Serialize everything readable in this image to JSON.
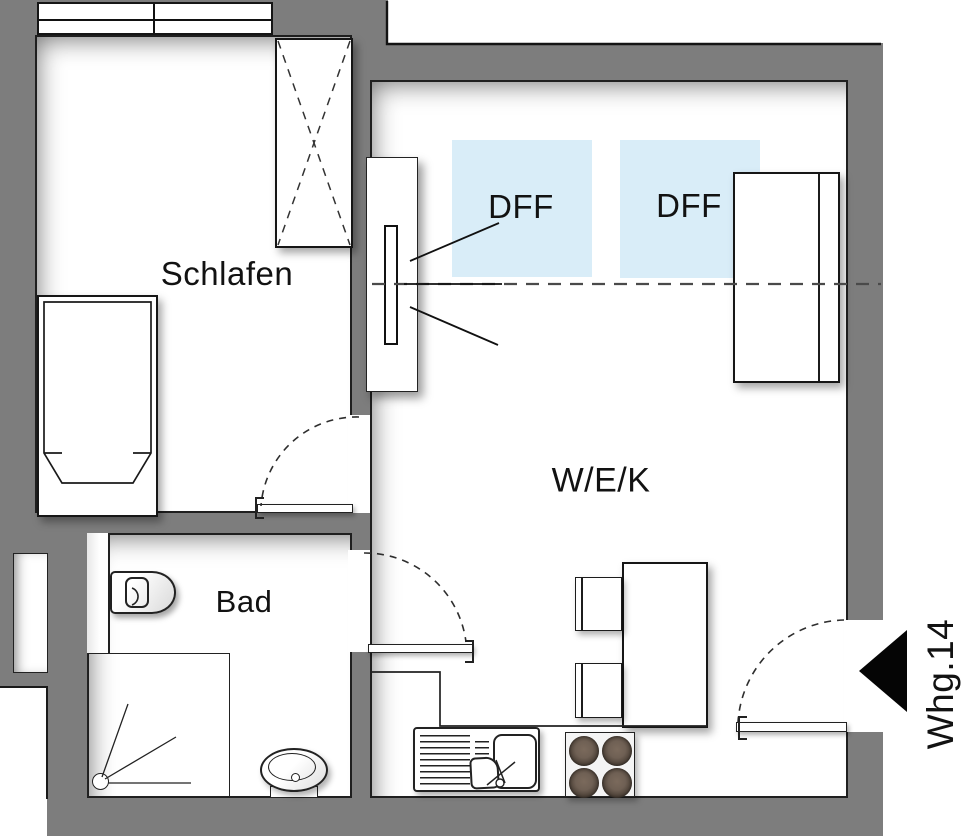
{
  "floorplan": {
    "apartment_label": "Whg.14",
    "rooms": [
      {
        "id": "schlafen",
        "label": "Schlafen"
      },
      {
        "id": "bad",
        "label": "Bad"
      },
      {
        "id": "wek",
        "label": "W/E/K"
      }
    ],
    "roof_windows": [
      {
        "label": "DFF"
      },
      {
        "label": "DFF"
      }
    ],
    "doors": [
      "schlafen-door",
      "bad-door",
      "entrance-door"
    ],
    "furniture": [
      "window",
      "wardrobe",
      "bed",
      "toilet",
      "shower",
      "washbasin",
      "radiator-block",
      "tall-cabinet",
      "table",
      "chair",
      "chair",
      "kitchen-sink",
      "stove"
    ],
    "entrance_marker": "left-pointing-triangle",
    "colors": {
      "wall": "#7d7d7d",
      "roof_window_fill": "#d9edf8",
      "outline": "#1c1c1c",
      "burner": "#6f6054"
    }
  }
}
